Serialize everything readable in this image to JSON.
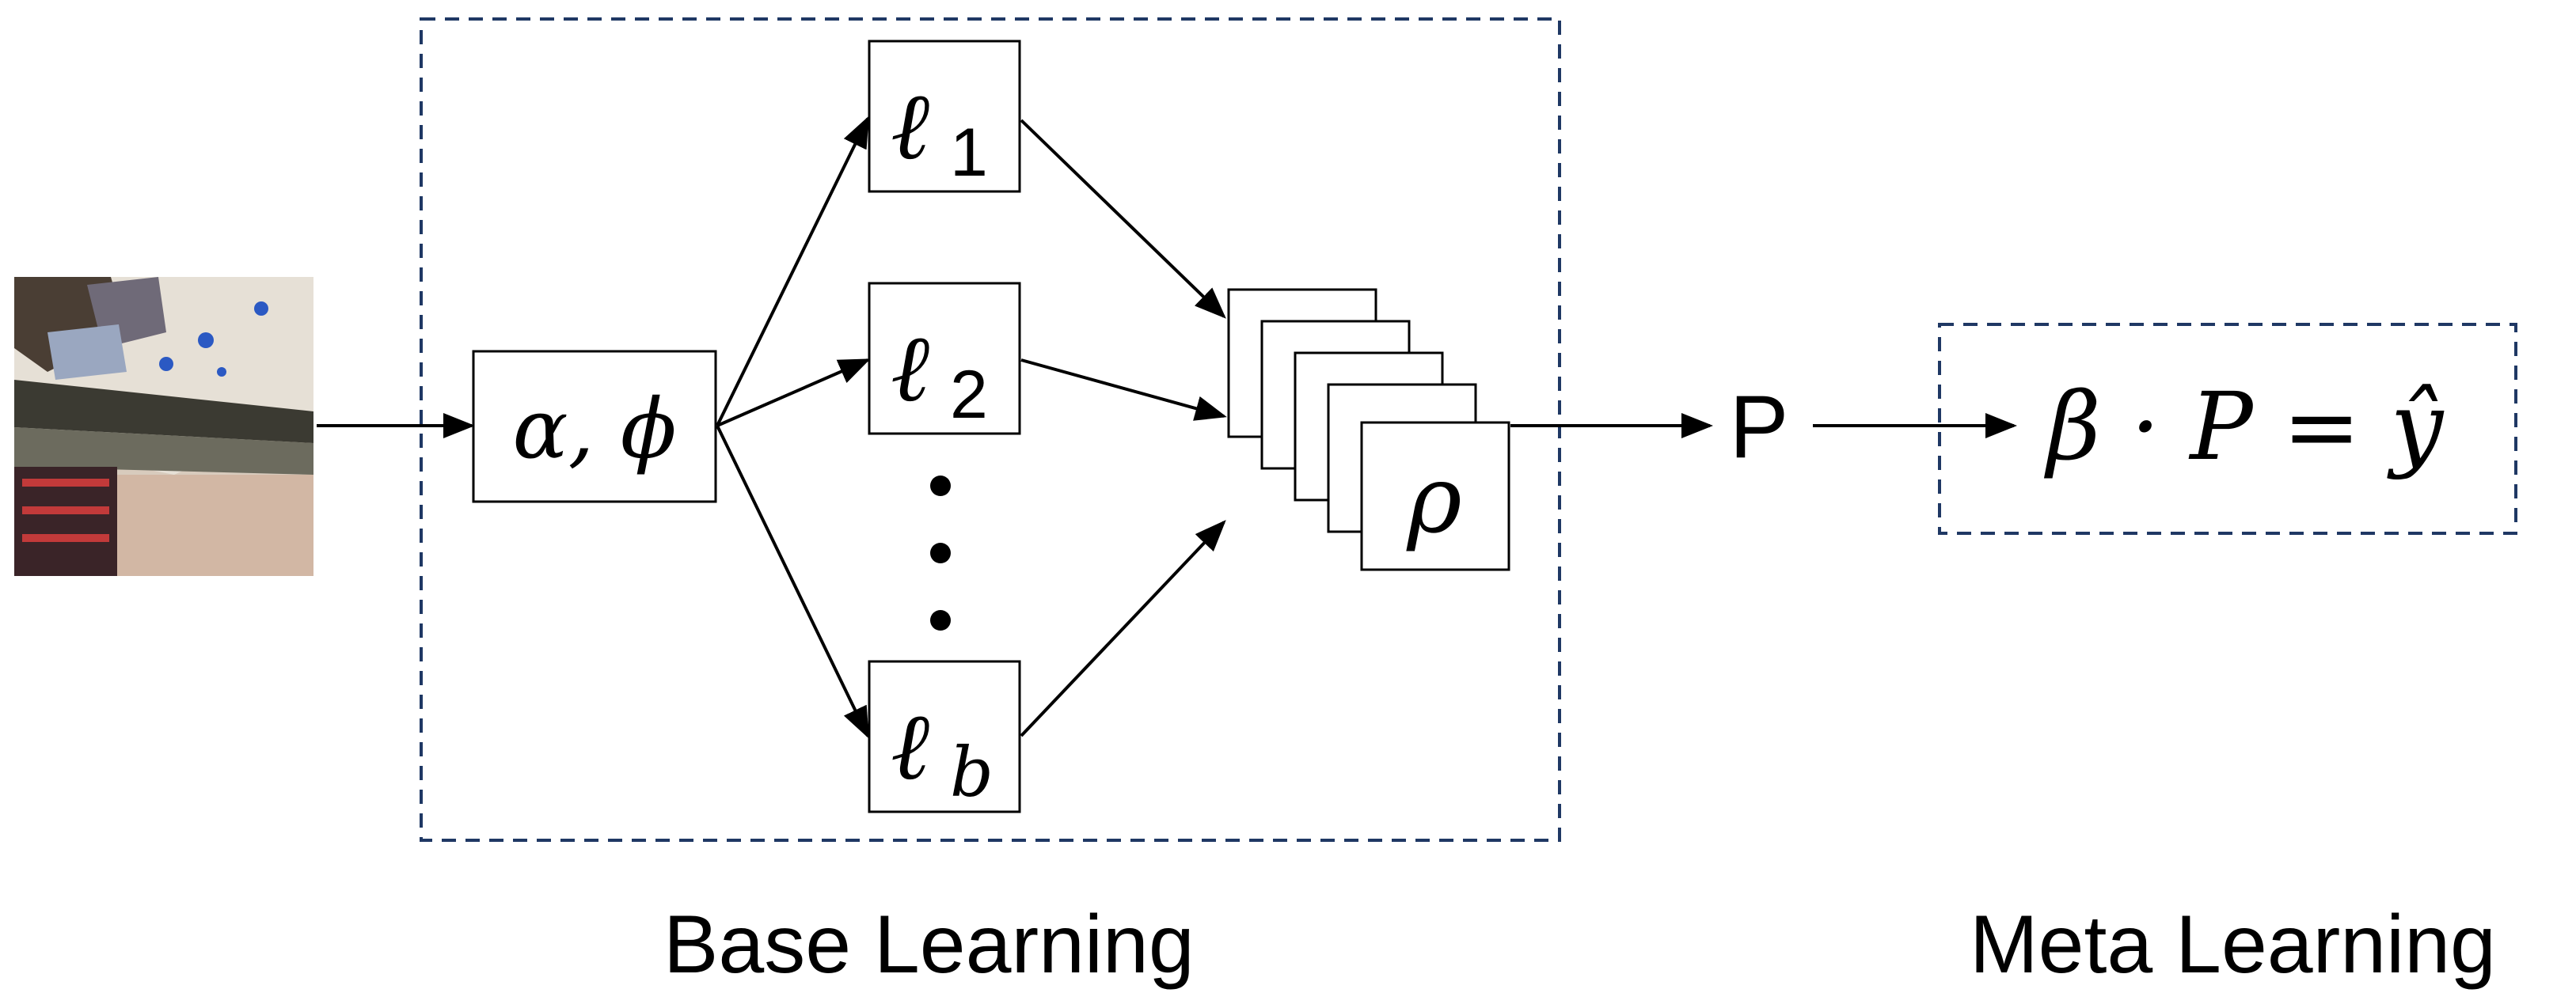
{
  "input_image": {
    "description_icon": "satellite-image-patch-icon"
  },
  "preprocess": {
    "text": "α, ϕ"
  },
  "learners": [
    {
      "base": "ℓ",
      "sub": "1"
    },
    {
      "base": "ℓ",
      "sub": "2"
    },
    {
      "base": "ℓ",
      "sub": "b"
    }
  ],
  "ellipsis": "⋮",
  "stack": {
    "symbol": "ρ"
  },
  "prob": {
    "text": "P"
  },
  "meta": {
    "equation": "β · P = ŷ"
  },
  "labels": {
    "base_learning": "Base Learning",
    "meta_learning": "Meta Learning"
  },
  "colors": {
    "dashed_border": "#1f3864"
  }
}
